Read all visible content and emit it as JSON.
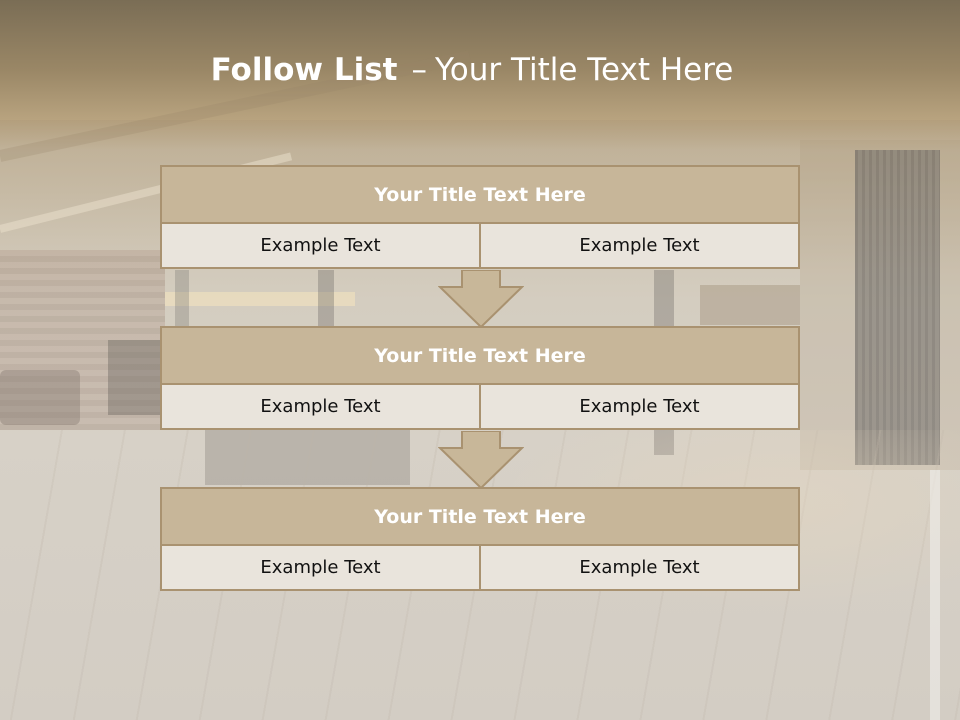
{
  "slide": {
    "title_bold": "Follow List",
    "title_sep": "–",
    "title_rest": "Your Title Text Here"
  },
  "steps": [
    {
      "title": "Your Title Text Here",
      "left": "Example Text",
      "right": "Example Text"
    },
    {
      "title": "Your Title Text Here",
      "left": "Example Text",
      "right": "Example Text"
    },
    {
      "title": "Your Title Text Here",
      "left": "Example Text",
      "right": "Example Text"
    }
  ],
  "colors": {
    "header_fill": "#c7b699",
    "cell_fill": "#e9e4dc",
    "border": "#a99270",
    "arrow_fill": "#c8b799",
    "arrow_stroke": "#a99270"
  },
  "icons": [
    "down-arrow-icon"
  ]
}
